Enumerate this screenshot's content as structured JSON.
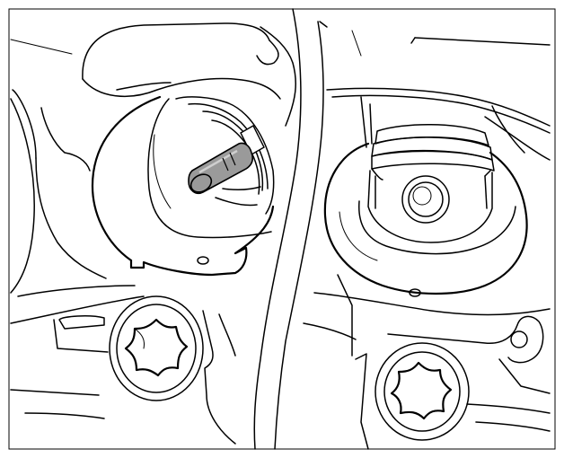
{
  "figure": {
    "kind": "technical line illustration",
    "panels": [
      {
        "id": "left",
        "depicts": "tool-bit-in-mounting-bore"
      },
      {
        "id": "right",
        "depicts": "threaded-socket-in-mounting-bore"
      }
    ],
    "colors": {
      "background": "#ffffff",
      "line": "#000000",
      "tool_fill": "#9a9a9a",
      "tool_highlight": "#cfcfcf"
    },
    "icons": [
      "torx-bolt-icon",
      "torx-bolt-icon"
    ]
  }
}
